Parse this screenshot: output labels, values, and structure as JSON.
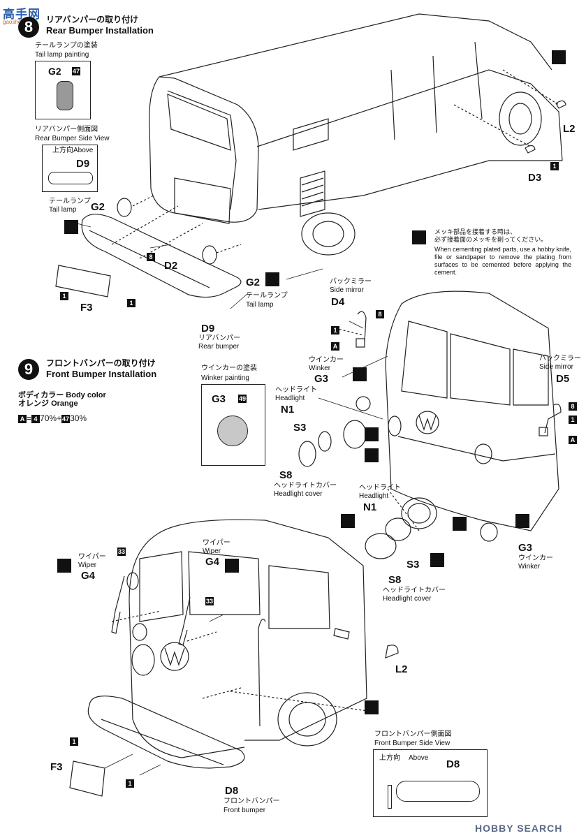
{
  "watermark_top": {
    "text_cn": "高手网",
    "url": "gaoshou.net"
  },
  "watermark_bottom": {
    "brand": "HOBBY SEARCH"
  },
  "step8": {
    "number": "8",
    "title_jp": "リアバンパーの取り付け",
    "title_en": "Rear Bumper Installation",
    "tail_paint": {
      "jp": "テールランプの塗装",
      "en": "Tail lamp painting",
      "part": "G2",
      "color": "47"
    },
    "side_view": {
      "jp": "リアバンパー側面図",
      "en": "Rear Bumper Side View",
      "above_jp": "上方向",
      "above_en": "Above",
      "part": "D9"
    },
    "labels": {
      "tail_lamp_jp": "テールランプ",
      "tail_lamp_en": "Tail lamp",
      "g2_left": "G2",
      "g2_right": "G2",
      "d2": "D2",
      "d2_qty": "8",
      "f3": "F3",
      "f3_qty": "1",
      "bumper_qty": "1",
      "d9": "D9",
      "d9_jp": "リアバンパー",
      "d9_en": "Rear bumper",
      "l2": "L2",
      "d3": "D3",
      "d3_qty": "1"
    }
  },
  "note": {
    "jp1": "メッキ部品を接着する時は、",
    "jp2": "必ず接着面のメッキを削ってください。",
    "en": "When cementing plated parts, use a hobby knife, file or sandpaper to remove the plating from surfaces to be cemented before applying the cement."
  },
  "mirror_left": {
    "jp": "バックミラー",
    "en": "Side mirror",
    "part": "D4",
    "qty_8": "8",
    "qty_1": "1",
    "qty_a": "A"
  },
  "mirror_right": {
    "jp": "バックミラー",
    "en": "Side mirror",
    "part": "D5",
    "qty_8": "8",
    "qty_1": "1",
    "qty_a": "A"
  },
  "step9": {
    "number": "9",
    "title_jp": "フロントバンパーの取り付け",
    "title_en": "Front Bumper Installation",
    "body_color": {
      "label_jp": "ボディカラー",
      "label_en": "Body color",
      "color_jp": "オレンジ",
      "color_en": "Orange",
      "formula_a": "A",
      "eq": "=",
      "c1": "4",
      "p1": "70%",
      "plus": "+",
      "c2": "47",
      "p2": "30%"
    },
    "winker_paint": {
      "jp": "ウインカーの塗装",
      "en": "Winker painting",
      "part": "G3",
      "color": "49"
    },
    "labels": {
      "winker_jp": "ウインカー",
      "winker_en": "Winker",
      "g3_a": "G3",
      "headlight_jp": "ヘッドライト",
      "headlight_en": "Headlight",
      "n1_a": "N1",
      "s3_a": "S3",
      "s8_a": "S8",
      "hlcover_jp": "ヘッドライトカバー",
      "hlcover_en": "Headlight cover",
      "headlight2_jp": "ヘッドライト",
      "headlight2_en": "Headlight",
      "n1_b": "N1",
      "s3_b": "S3",
      "s8_b": "S8",
      "hlcover2_jp": "ヘッドライトカバー",
      "hlcover2_en": "Headlight cover",
      "g3_b": "G3",
      "winker2_jp": "ウインカー",
      "winker2_en": "Winker",
      "wiper1_jp": "ワイパー",
      "wiper1_en": "Wiper",
      "g4_a": "G4",
      "c33_a": "33",
      "wiper2_jp": "ワイパー",
      "wiper2_en": "Wiper",
      "g4_b": "G4",
      "c33_b": "33",
      "l2": "L2",
      "f3": "F3",
      "f3_qty": "1",
      "bumper_qty": "1",
      "d8": "D8",
      "d8_jp": "フロントバンパー",
      "d8_en": "Front bumper"
    },
    "side_view": {
      "jp": "フロントバンパー側面図",
      "en": "Front Bumper Side View",
      "above_jp": "上方向",
      "above_en": "Above",
      "part": "D8"
    }
  }
}
